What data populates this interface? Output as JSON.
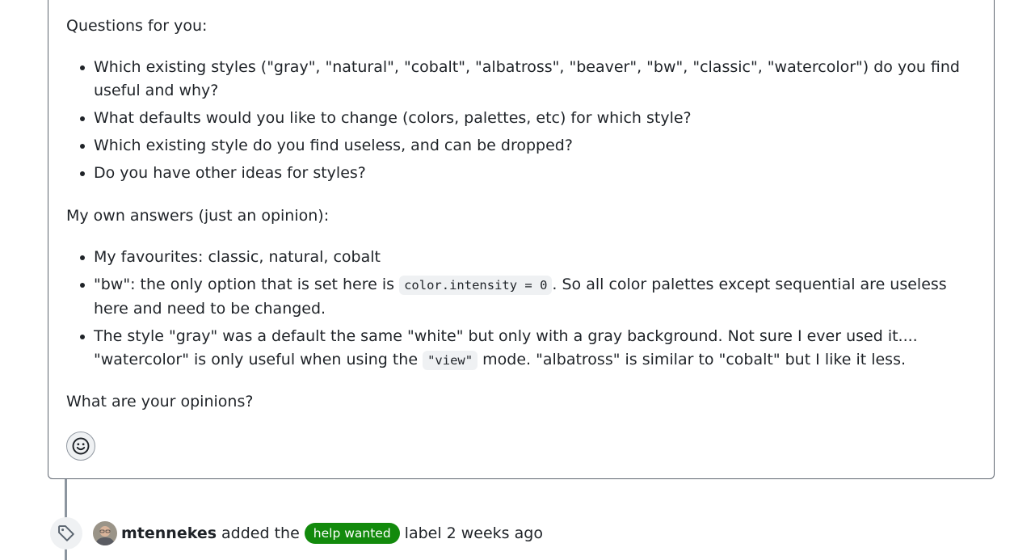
{
  "comment": {
    "questions_heading": "Questions for you:",
    "questions": [
      "Which existing styles (\"gray\", \"natural\", \"cobalt\", \"albatross\", \"beaver\", \"bw\", \"classic\", \"watercolor\") do you find useful and why?",
      "What defaults would you like to change (colors, palettes, etc) for which style?",
      "Which existing style do you find useless, and can be dropped?",
      "Do you have other ideas for styles?"
    ],
    "answers_heading": "My own answers (just an opinion):",
    "answers": {
      "a1": "My favourites: classic, natural, cobalt",
      "a2_before": "\"bw\": the only option that is set here is ",
      "a2_code": "color.intensity = 0",
      "a2_after": ". So all color palettes except sequential are useless here and need to be changed.",
      "a3_before": "The style \"gray\" was a default the same \"white\" but only with a gray background. Not sure I ever used it.... \"watercolor\" is only useful when using the ",
      "a3_code": "\"view\"",
      "a3_after": " mode. \"albatross\" is similar to \"cobalt\" but I like it less."
    },
    "closing": "What are your opinions?"
  },
  "reaction": {
    "icon": "smiley-icon"
  },
  "event": {
    "icon": "tag-icon",
    "actor": "mtennekes",
    "action": "added the",
    "label": "help wanted",
    "label_color": "#128a0c",
    "suffix": "label",
    "time": "2 weeks ago"
  },
  "colors": {
    "border": "#5f6670",
    "code_bg": "#eff1f3",
    "timeline": "#8c959f"
  }
}
